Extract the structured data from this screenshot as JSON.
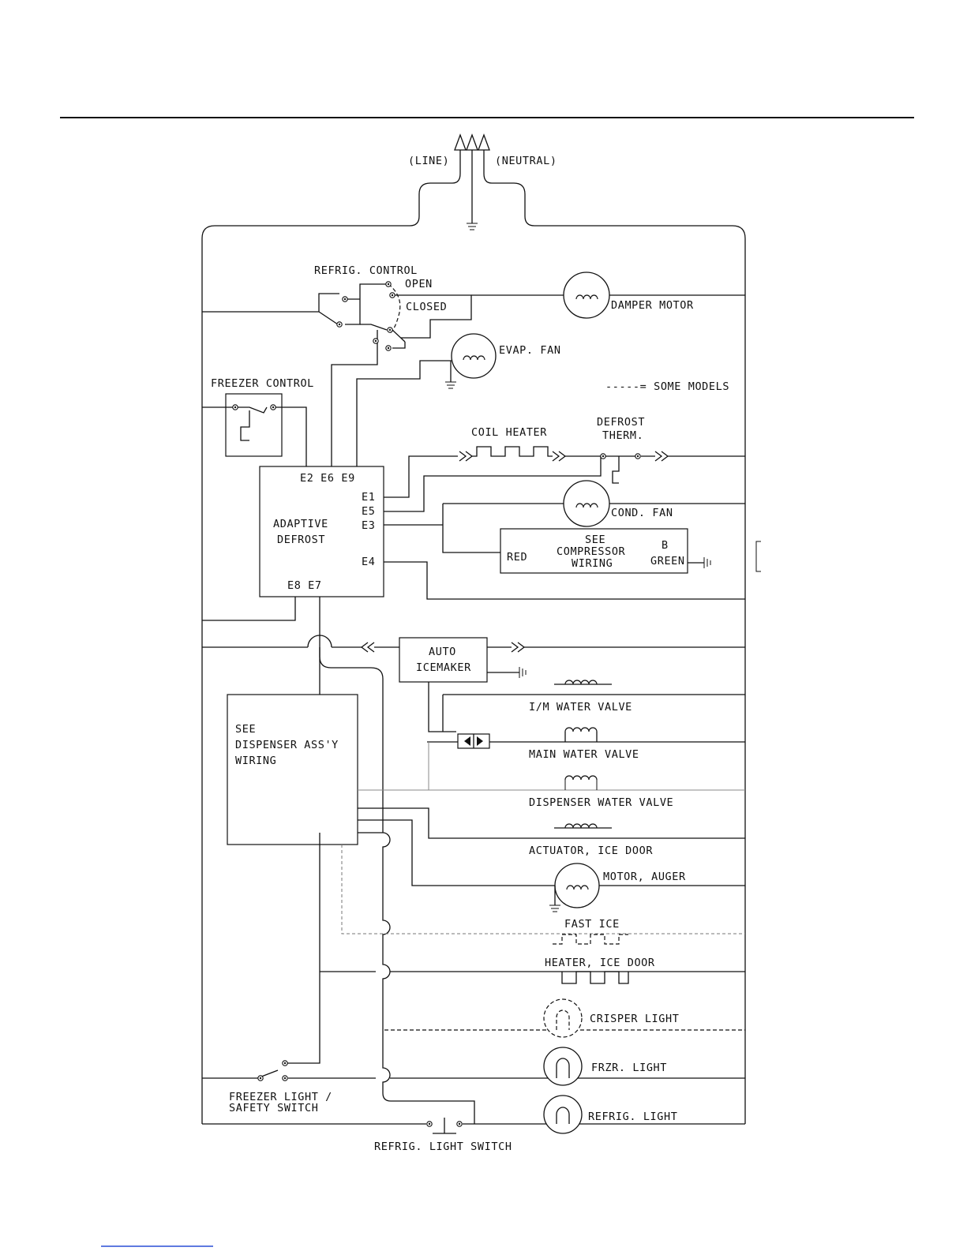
{
  "supply": {
    "line": "(LINE)",
    "neutral": "(NEUTRAL)"
  },
  "controls": {
    "refrig_control": "REFRIG. CONTROL",
    "open": "OPEN",
    "closed": "CLOSED",
    "freezer_control": "FREEZER CONTROL"
  },
  "adaptive_defrost": {
    "title_line1": "ADAPTIVE",
    "title_line2": "DEFROST",
    "terminals_top": "E2  E6  E9",
    "e1": "E1",
    "e5": "E5",
    "e3": "E3",
    "e4": "E4",
    "terminals_bottom": "E8  E7"
  },
  "components": {
    "damper_motor": "DAMPER MOTOR",
    "evap_fan": "EVAP. FAN",
    "some_models": "-----= SOME MODELS",
    "coil_heater": "COIL HEATER",
    "defrost_therm_line1": "DEFROST",
    "defrost_therm_line2": "THERM.",
    "cond_fan": "COND. FAN",
    "compressor_see": "SEE",
    "compressor_line2": "COMPRESSOR",
    "compressor_line3": "WIRING",
    "red": "RED",
    "b": "B",
    "green": "GREEN",
    "icemaker_line1": "AUTO",
    "icemaker_line2": "ICEMAKER",
    "dispenser_line1": "SEE",
    "dispenser_line2": "DISPENSER ASS'Y",
    "dispenser_line3": "WIRING",
    "im_water_valve": "I/M WATER VALVE",
    "main_water_valve": "MAIN WATER VALVE",
    "dispenser_water_valve": "DISPENSER WATER VALVE",
    "actuator_ice_door": "ACTUATOR, ICE DOOR",
    "motor_auger": "MOTOR, AUGER",
    "fast_ice": "FAST ICE",
    "heater_ice_door": "HEATER, ICE DOOR",
    "crisper_light": "CRISPER LIGHT",
    "frzr_light": "FRZR. LIGHT",
    "refrig_light": "REFRIG. LIGHT",
    "freezer_light_switch_line1": "FREEZER LIGHT /",
    "freezer_light_switch_line2": "SAFETY SWITCH",
    "refrig_light_switch": "REFRIG. LIGHT SWITCH"
  }
}
